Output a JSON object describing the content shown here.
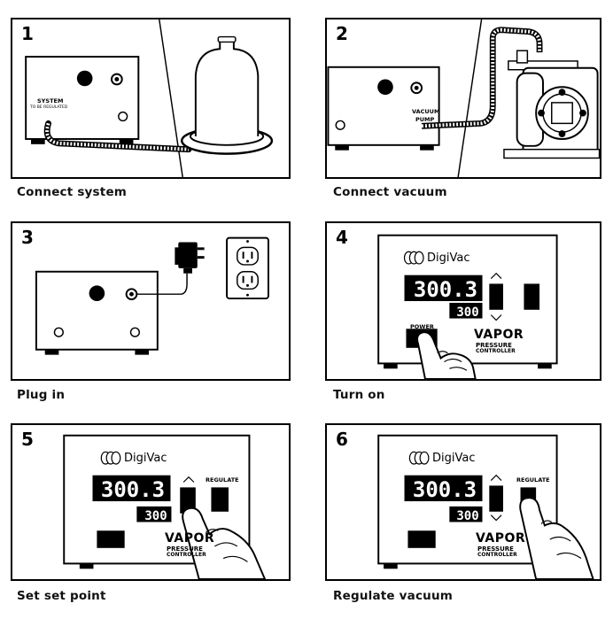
{
  "steps": [
    {
      "number": "1",
      "caption": "Connect system"
    },
    {
      "number": "2",
      "caption": "Connect vacuum"
    },
    {
      "number": "3",
      "caption": "Plug in"
    },
    {
      "number": "4",
      "caption": "Turn on"
    },
    {
      "number": "5",
      "caption": "Set set point"
    },
    {
      "number": "6",
      "caption": "Regulate vacuum"
    }
  ],
  "labels": {
    "system": "SYSTEM",
    "to_be_regulated": "TO BE REGULATED",
    "vacuum": "VACUUM",
    "pump": "PUMP",
    "power": "POWER",
    "regulate": "REGULATE",
    "brand": "DigiVac",
    "vapor": "VAPOR",
    "pressure": "PRESSURE",
    "controller": "CONTROLLER"
  },
  "display": {
    "main_reading": "300.3",
    "set_point": "300"
  }
}
